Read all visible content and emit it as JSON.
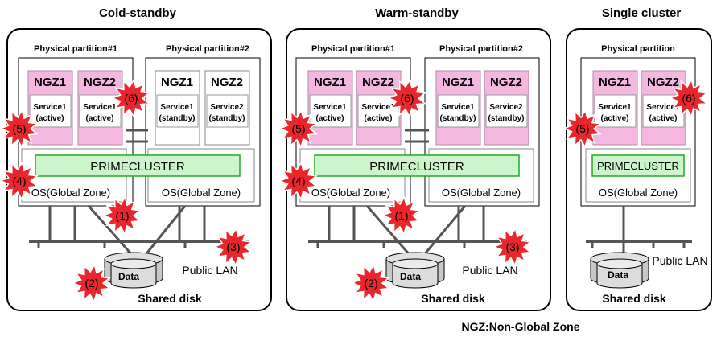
{
  "panels": [
    {
      "title": "Cold-standby",
      "partition1": {
        "label": "Physical partition#1",
        "ngz": [
          {
            "name": "NGZ1",
            "service": "Service1",
            "state": "(active)"
          },
          {
            "name": "NGZ2",
            "service": "Service1",
            "state": "(active)"
          }
        ]
      },
      "partition2": {
        "label": "Physical partition#2",
        "ngz": [
          {
            "name": "NGZ1",
            "service": "Service1",
            "state": "(standby)"
          },
          {
            "name": "NGZ2",
            "service": "Service2",
            "state": "(standby)"
          }
        ]
      },
      "cluster": "PRIMECLUSTER",
      "os": "OS(Global Zone)",
      "disk_label": "Data",
      "lan_label": "Public LAN",
      "shared_disk": "Shared disk"
    },
    {
      "title": "Warm-standby",
      "partition1": {
        "label": "Physical partition#1",
        "ngz": [
          {
            "name": "NGZ1",
            "service": "Service1",
            "state": "(active)"
          },
          {
            "name": "NGZ2",
            "service": "Service1",
            "state": "(active)"
          }
        ]
      },
      "partition2": {
        "label": "Physical partition#2",
        "ngz": [
          {
            "name": "NGZ1",
            "service": "Service1",
            "state": "(standby)"
          },
          {
            "name": "NGZ2",
            "service": "Service2",
            "state": "(standby)"
          }
        ]
      },
      "cluster": "PRIMECLUSTER",
      "os": "OS(Global Zone)",
      "disk_label": "Data",
      "lan_label": "Public LAN",
      "shared_disk": "Shared disk"
    },
    {
      "title": "Single cluster",
      "partition1": {
        "label": "Physical partition",
        "ngz": [
          {
            "name": "NGZ1",
            "service": "Service1",
            "state": "(active)"
          },
          {
            "name": "NGZ2",
            "service": "Service1",
            "state": "(active)"
          }
        ]
      },
      "cluster": "PRIMECLUSTER",
      "os": "OS(Global Zone)",
      "disk_label": "Data",
      "lan_label": "Public LAN",
      "shared_disk": "Shared disk"
    }
  ],
  "markers": [
    "(1)",
    "(2)",
    "(3)",
    "(4)",
    "(5)",
    "(6)"
  ],
  "footer": "NGZ:Non-Global Zone",
  "colors": {
    "active_ngz": "#f4b8e0",
    "standby_ngz": "#ffffff",
    "cluster_bar": "#ccf5cc",
    "cluster_border": "#22aa22",
    "burst": "#e8262b",
    "burst_edge": "#ffffff",
    "network": "#555555",
    "disk": "#c8c8c8"
  }
}
